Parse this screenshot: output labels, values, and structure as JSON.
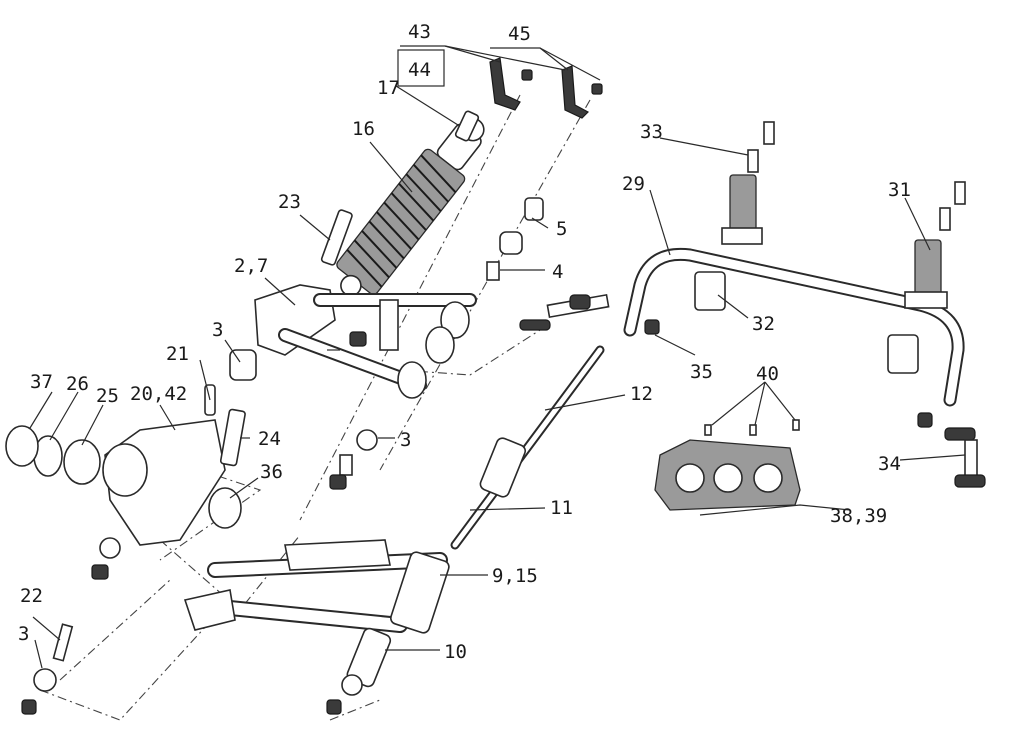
{
  "callouts": {
    "c43": "43",
    "c44": "44",
    "c45": "45",
    "c17": "17",
    "c16": "16",
    "c23": "23",
    "c5": "5",
    "c4": "4",
    "c2_7": "2,7",
    "c3a": "3",
    "c21": "21",
    "c37": "37",
    "c26": "26",
    "c25": "25",
    "c20_42": "20,42",
    "c24": "24",
    "c36": "36",
    "c3b": "3",
    "c12": "12",
    "c11": "11",
    "c9_15": "9,15",
    "c22": "22",
    "c3c": "3",
    "c10": "10",
    "c33": "33",
    "c29": "29",
    "c31": "31",
    "c32": "32",
    "c35": "35",
    "c40": "40",
    "c34": "34",
    "c38_39": "38,39"
  }
}
